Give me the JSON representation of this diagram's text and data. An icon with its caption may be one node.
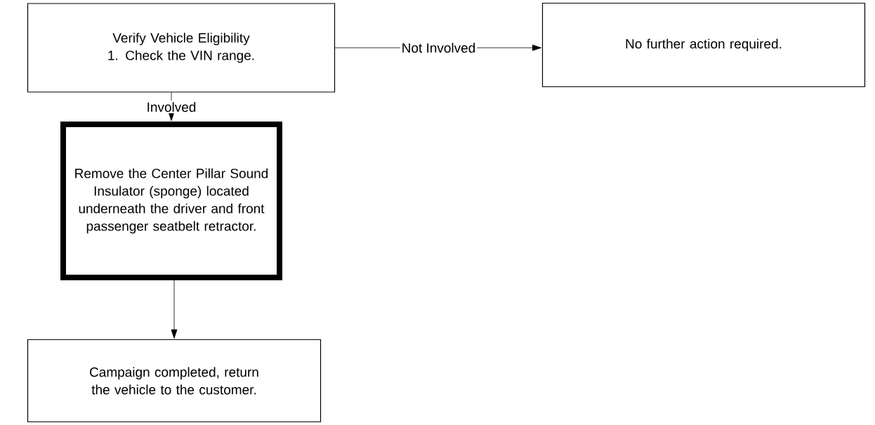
{
  "diagram": {
    "nodes": [
      {
        "text": [
          "Verify Vehicle Eligibility",
          "1. Check the VIN range."
        ]
      },
      {
        "text": [
          "No further action required."
        ]
      },
      {
        "text": [
          "Remove the Center Pillar Sound Insulator (sponge) located underneath the driver and front passenger seatbelt retractor."
        ]
      },
      {
        "text": [
          "Campaign completed, return the vehicle to the customer."
        ]
      }
    ],
    "edges": [
      {
        "from": 0,
        "to": 1,
        "arrow": "to",
        "label": "Not Involved"
      },
      {
        "from": 0,
        "to": 2,
        "arrow": "to",
        "label": "Involved"
      },
      {
        "from": 2,
        "to": 3,
        "arrow": "to"
      }
    ]
  }
}
